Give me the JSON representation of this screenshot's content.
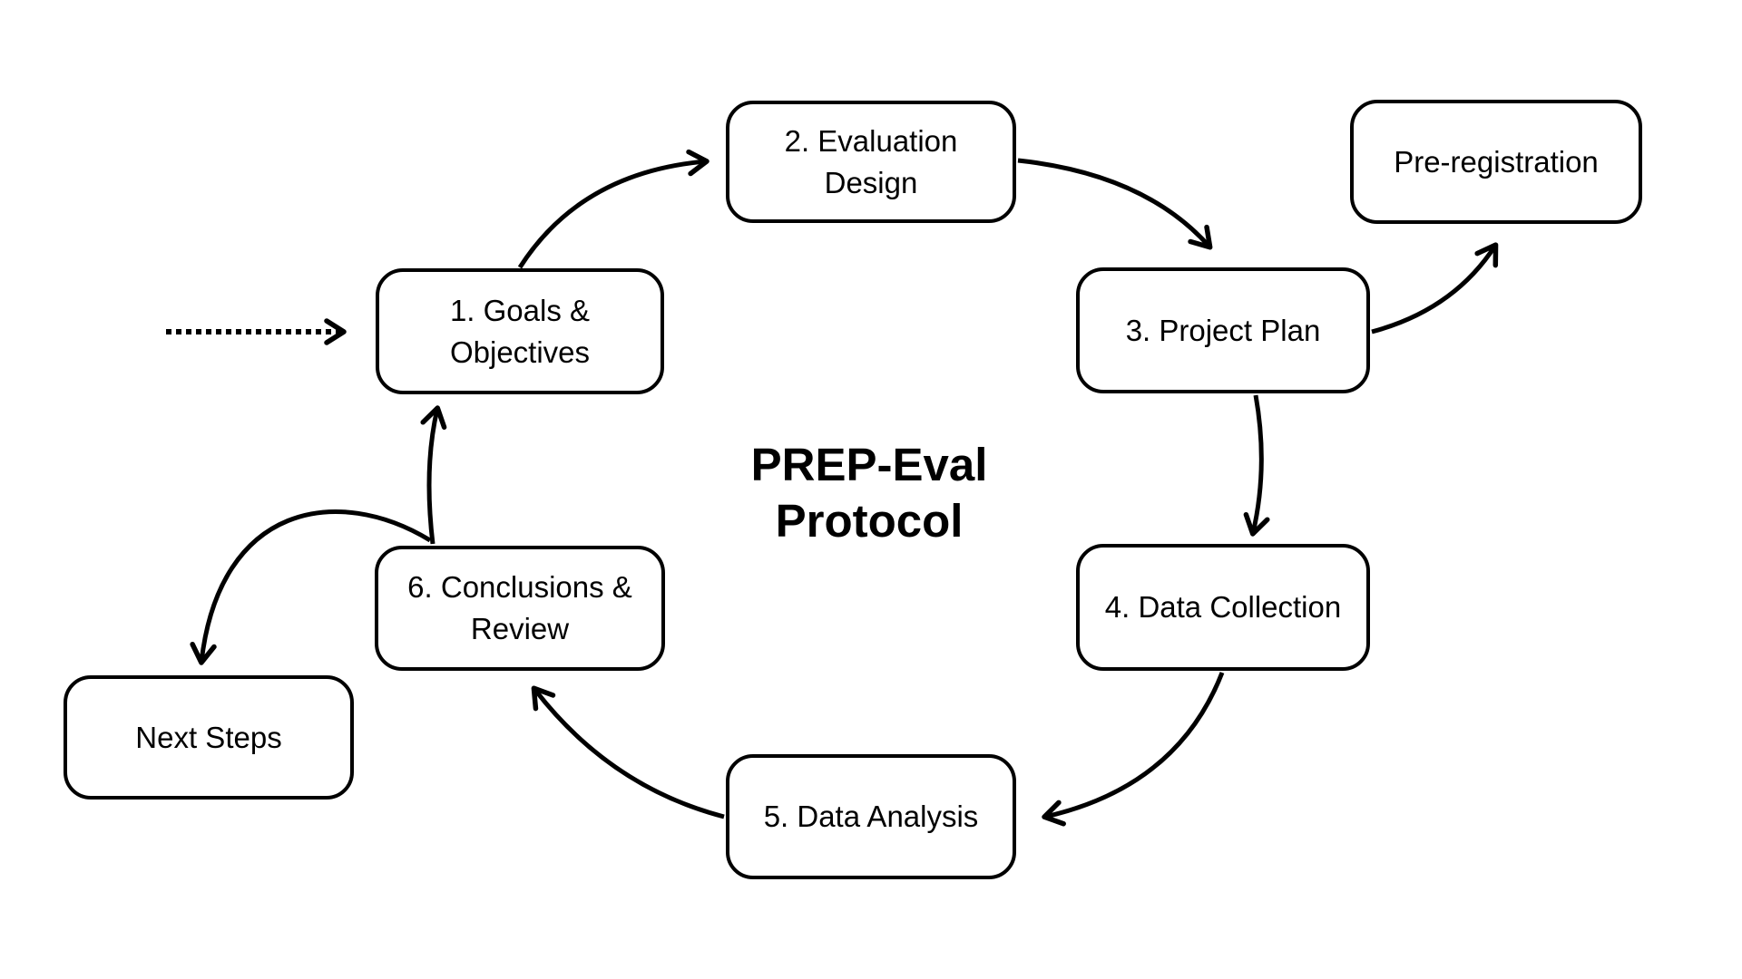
{
  "diagram": {
    "title": {
      "line1": "PREP-Eval",
      "line2": "Protocol"
    },
    "nodes": {
      "goals": "1. Goals & Objectives",
      "evaluation_design": "2. Evaluation Design",
      "project_plan": "3. Project Plan",
      "data_collection": "4. Data Collection",
      "data_analysis": "5. Data Analysis",
      "conclusions_review": "6. Conclusions & Review",
      "pre_registration": "Pre-registration",
      "next_steps": "Next Steps"
    },
    "edges": [
      {
        "from": "start",
        "to": "goals",
        "style": "dotted-arrow"
      },
      {
        "from": "goals",
        "to": "evaluation_design",
        "style": "solid-arrow"
      },
      {
        "from": "evaluation_design",
        "to": "project_plan",
        "style": "solid-arrow"
      },
      {
        "from": "project_plan",
        "to": "pre_registration",
        "style": "solid-arrow"
      },
      {
        "from": "project_plan",
        "to": "data_collection",
        "style": "solid-arrow"
      },
      {
        "from": "data_collection",
        "to": "data_analysis",
        "style": "solid-arrow"
      },
      {
        "from": "data_analysis",
        "to": "conclusions_review",
        "style": "solid-arrow"
      },
      {
        "from": "conclusions_review",
        "to": "goals",
        "style": "solid-arrow"
      },
      {
        "from": "conclusions_review",
        "to": "next_steps",
        "style": "solid-arrow"
      }
    ],
    "colors": {
      "stroke": "#000000",
      "box_fill": "#ffffff",
      "background": "#ffffff",
      "text": "#000000"
    }
  }
}
